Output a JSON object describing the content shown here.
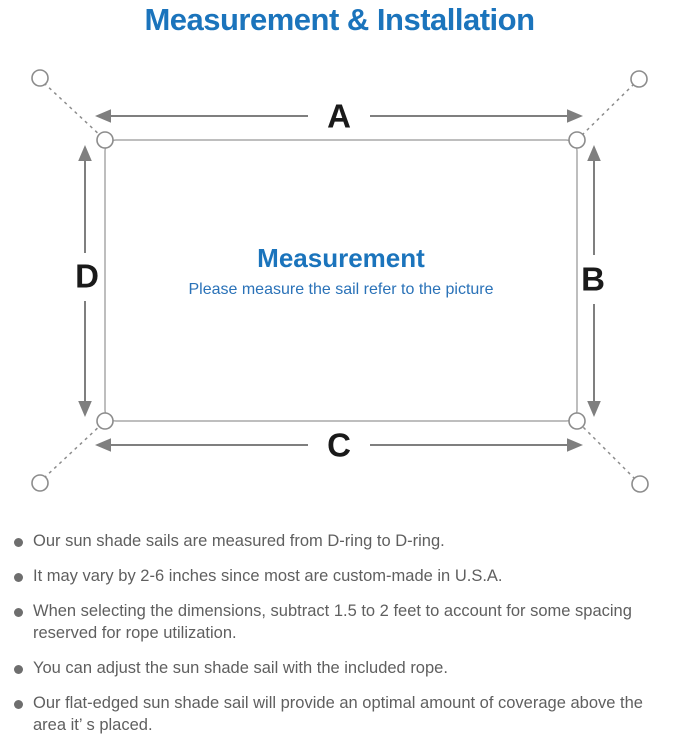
{
  "header": {
    "title": "Measurement & Installation"
  },
  "colors": {
    "accent": "#1b74bc",
    "label": "#1a1a1a",
    "note-text": "#5f5f5f",
    "bullet": "#6e6e6e",
    "arrow": "#7f7f7f",
    "outline": "#a9a9a9",
    "ring": "#8c8c8c",
    "bg": "#ffffff"
  },
  "diagram": {
    "labels": {
      "top": "A",
      "right": "B",
      "bottom": "C",
      "left": "D"
    },
    "center_title": "Measurement",
    "center_subtitle": "Please measure the sail refer to the picture"
  },
  "notes": {
    "items": [
      "Our sun shade sails are measured from D-ring to D-ring.",
      "It may vary by 2-6 inches since most are custom-made in U.S.A.",
      "When selecting the dimensions, subtract 1.5 to 2 feet to account for some spacing reserved for rope utilization.",
      "You can adjust the sun shade sail with the included rope.",
      "Our flat-edged sun shade sail will provide an optimal amount of coverage above the area it’ s placed."
    ]
  }
}
